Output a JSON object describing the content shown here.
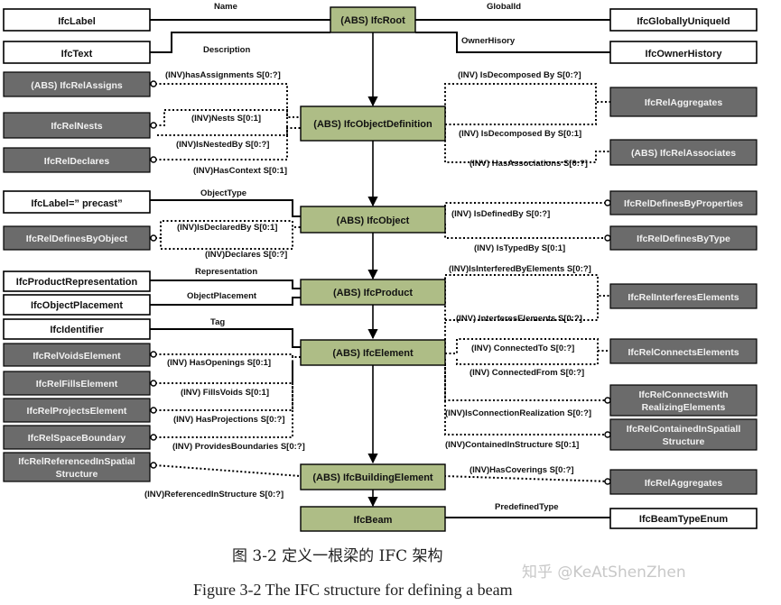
{
  "classes": {
    "root": "(ABS) IfcRoot",
    "object_definition": "(ABS) IfcObjectDefinition",
    "object": "(ABS) IfcObject",
    "product": "(ABS) IfcProduct",
    "element": "(ABS) IfcElement",
    "building_element": "(ABS) IfcBuildingElement",
    "beam": "IfcBeam"
  },
  "left_boxes": {
    "label": "IfcLabel",
    "text": "IfcText",
    "rel_assigns": "(ABS) IfcRelAssigns",
    "rel_nests": "IfcRelNests",
    "rel_declares": "IfcRelDeclares",
    "label_precast": "IfcLabel=” precast”",
    "rel_defines_by_object": "IfcRelDefinesByObject",
    "product_representation": "IfcProductRepresentation",
    "object_placement": "IfcObjectPlacement",
    "identifier": "IfcIdentifier",
    "rel_voids_element": "IfcRelVoidsElement",
    "rel_fills_element": "IfcRelFillsElement",
    "rel_projects_element": "IfcRelProjectsElement",
    "rel_space_boundary": "IfcRelSpaceBoundary",
    "rel_referenced_line1": "IfcRelReferencedInSpatial",
    "rel_referenced_line2": "Structure"
  },
  "right_boxes": {
    "globally_unique_id": "IfcGloballyUniqueId",
    "owner_history": "IfcOwnerHistory",
    "rel_aggregates": "IfcRelAggregates",
    "rel_associates": "(ABS) IfcRelAssociates",
    "rel_defines_by_properties": "IfcRelDefinesByProperties",
    "rel_defines_by_type": "IfcRelDefinesByType",
    "rel_interferes_elements": "IfcRelInterferesElements",
    "rel_connects_elements": "IfcRelConnectsElements",
    "rel_connects_with_line1": "IfcRelConnectsWith",
    "rel_connects_with_line2": "RealizingElements",
    "rel_contained_line1": "IfcRelContainedInSpatiall",
    "rel_contained_line2": "Structure",
    "rel_aggregates_2": "IfcRelAggregates",
    "beam_type_enum": "IfcBeamTypeEnum"
  },
  "labels": {
    "name": "Name",
    "globalid": "GlobalId",
    "description": "Description",
    "owner_history": "OwnerHisory",
    "has_assignments": "(INV)hasAssignments S[0:?]",
    "is_decomposed_by_1": "(INV) IsDecomposed By S[0:?]",
    "nests": "(INV)Nests S[0:1]",
    "is_nested_by": "(INV)IsNestedBy S[0:?]",
    "is_decomposed_by_2": "(INV) IsDecomposed By S[0:1]",
    "has_context": "(INV)HasContext S[0:1]",
    "has_associations": "(INV) HasAssociations S[0:?]",
    "object_type": "ObjectType",
    "is_defined_by": "(INV) IsDefinedBy S[0:?]",
    "is_declared_by": "(INV)IsDeclaredBy S[0:1]",
    "declares": "(INV)Declares S[0:?]",
    "is_typed_by": "(INV) IsTypedBy S[0:1]",
    "representation": "Representation",
    "is_interfered_by": "(INV)IsInterferedByElements S[0:?]",
    "object_placement": "ObjectPlacement",
    "interferes_elements": "(INV) InterferesElements S[0:?]",
    "tag": "Tag",
    "connected_to": "(INV) ConnectedTo S[0:?]",
    "has_openings": "(INV) HasOpenings S[0:1]",
    "connected_from": "(INV) ConnectedFrom S[0:?]",
    "fills_voids": "(INV) FillsVoids S[0:1]",
    "is_connection_realization": "(INV)IsConnectionRealization S[0:?]",
    "has_projections": "(INV) HasProjections S[0:?]",
    "provides_boundaries": "(INV) ProvidesBoundaries S[0:?]",
    "contained_in_structure": "(INV)ContainedInStructure S[0:1]",
    "has_coverings": "(INV)HasCoverings S[0:?]",
    "referenced_in_structure": "(INV)ReferencedInStructure S[0:?]",
    "predefined_type": "PredefinedType"
  },
  "caption": {
    "zh": "图 3-2  定义一根梁的 IFC 架构",
    "en": "Figure 3-2 The IFC structure for defining a beam"
  },
  "watermark": "知乎 @KeAtShenZhen",
  "colors": {
    "center_box": "#aebd86",
    "gray_box": "#6b6b6b",
    "white_box": "#ffffff"
  }
}
